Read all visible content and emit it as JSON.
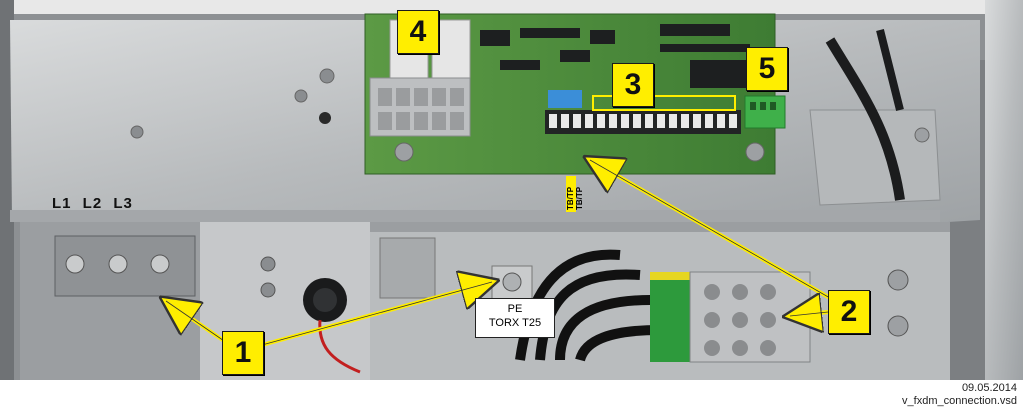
{
  "photo": {
    "phase_labels": "L1 L2 L3",
    "pe_label": {
      "line1": "PE",
      "line2": "TORX T25"
    },
    "tb_tp": [
      "TB/TP",
      "TB/TP"
    ]
  },
  "callouts": [
    "1",
    "2",
    "3",
    "4",
    "5"
  ],
  "footer": {
    "date": "09.05.2014",
    "filename": "v_fxdm_connection.vsd"
  },
  "colors": {
    "callout": "#ffee00",
    "board": "#4f8f3a",
    "terminal_green": "#3fb04a",
    "plate": "#c9cbcc"
  }
}
